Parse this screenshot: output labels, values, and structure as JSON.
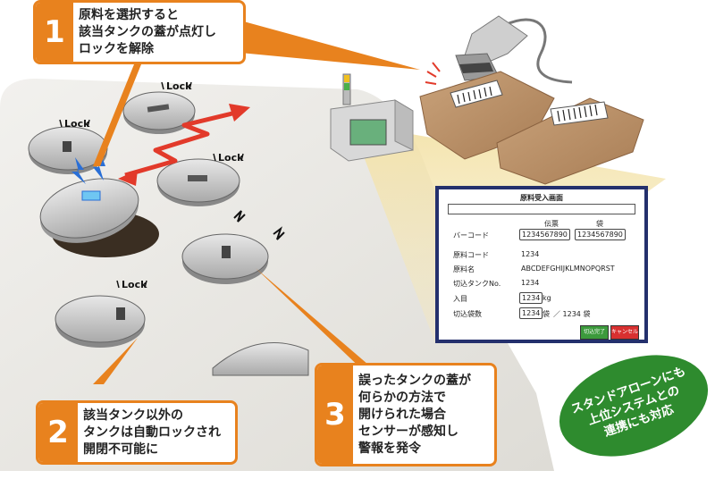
{
  "callouts": {
    "c1": {
      "number": "1",
      "lines": [
        "原料を選択すると",
        "該当タンクの蓋が点灯し",
        "ロックを解除"
      ]
    },
    "c2": {
      "number": "2",
      "lines": [
        "該当タンク以外の",
        "タンクは自動ロックされ",
        "開閉不可能に"
      ]
    },
    "c3": {
      "number": "3",
      "lines": [
        "誤ったタンクの蓋が",
        "何らかの方法で",
        "開けられた場合",
        "センサーが感知し",
        "警報を発令"
      ]
    }
  },
  "lock_label": "Lock",
  "screen": {
    "title": "原料受入画面",
    "col_headers": {
      "slip": "伝票",
      "bag": "袋"
    },
    "rows": {
      "barcode": {
        "label": "バーコード",
        "slip_value": "1234567890",
        "bag_value": "1234567890"
      },
      "material_code": {
        "label": "原料コード",
        "value": "1234"
      },
      "material_name": {
        "label": "原料名",
        "value": "ABCDEFGHIJKLMNOPQRST"
      },
      "tank_no": {
        "label": "切込タンクNo.",
        "value": "1234"
      },
      "received": {
        "label": "入目",
        "value": "1234",
        "unit": "kg"
      },
      "bag_count": {
        "label": "切込袋数",
        "value": "1234",
        "unit": "袋",
        "total_text": "／ 1234 袋"
      }
    },
    "buttons": {
      "complete": "切込完了",
      "cancel": "キャンセル"
    },
    "colors": {
      "frame": "#24306d",
      "complete": "#3c9a3c",
      "cancel": "#d83030"
    }
  },
  "badge": {
    "lines": [
      "スタンドアローンにも",
      "上位システムとの",
      "連携にも対応"
    ],
    "color": "#2e8b2e"
  },
  "colors": {
    "accent": "#e8821e",
    "arrow": "#e23a2a",
    "lid_glow": "#2a6fd6",
    "panel": "#e8e6e1"
  }
}
